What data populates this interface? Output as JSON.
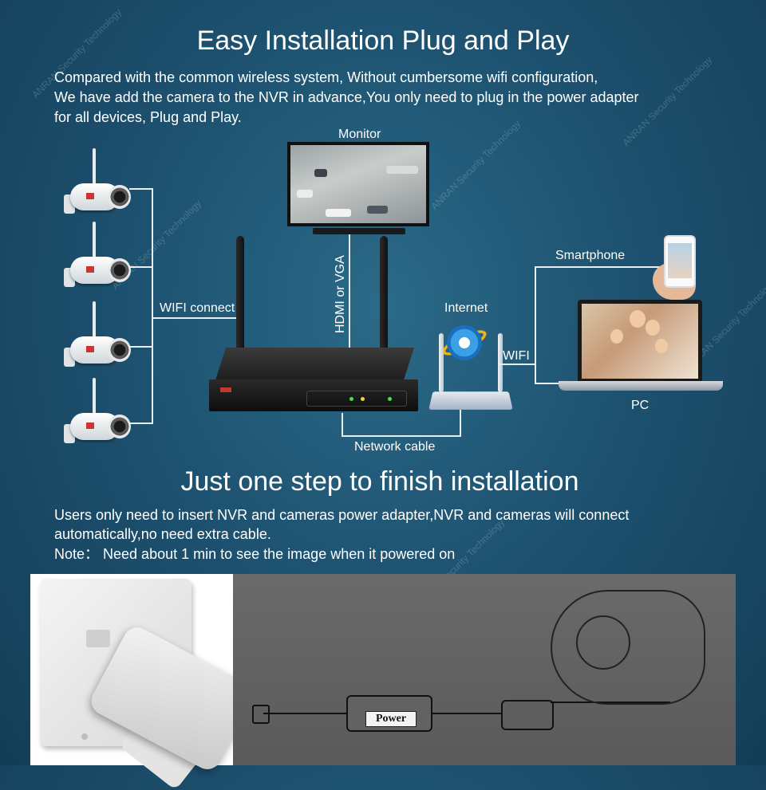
{
  "header": {
    "title": "Easy Installation Plug and Play",
    "intro_line1": " Compared with the common wireless system, Without cumbersome wifi configuration,",
    "intro_line2": "We have add the camera to the NVR in advance,You only need to plug in the power adapter",
    "intro_line3": "for all devices, Plug and Play."
  },
  "diagram": {
    "monitor_label": "Monitor",
    "hdmi_label": "HDMI or VGA",
    "wifi_connect_label": "WIFI connect",
    "internet_label": "Internet",
    "wifi_label": "WIFI",
    "smartphone_label": "Smartphone",
    "pc_label": "PC",
    "network_cable_label": "Network cable"
  },
  "section2": {
    "title": "Just one step to finish installation",
    "line1": "Users only need to insert NVR and cameras power adapter,NVR and cameras will connect",
    "line2": "automatically,no need extra cable.",
    "note": "Note： Need about 1 min to see the image when it powered on"
  },
  "photo": {
    "power_label": "Power"
  },
  "icons": [
    "camera-icon",
    "nvr-icon",
    "monitor-icon",
    "router-icon",
    "ie-icon",
    "smartphone-icon",
    "laptop-icon",
    "power-adapter-icon"
  ]
}
